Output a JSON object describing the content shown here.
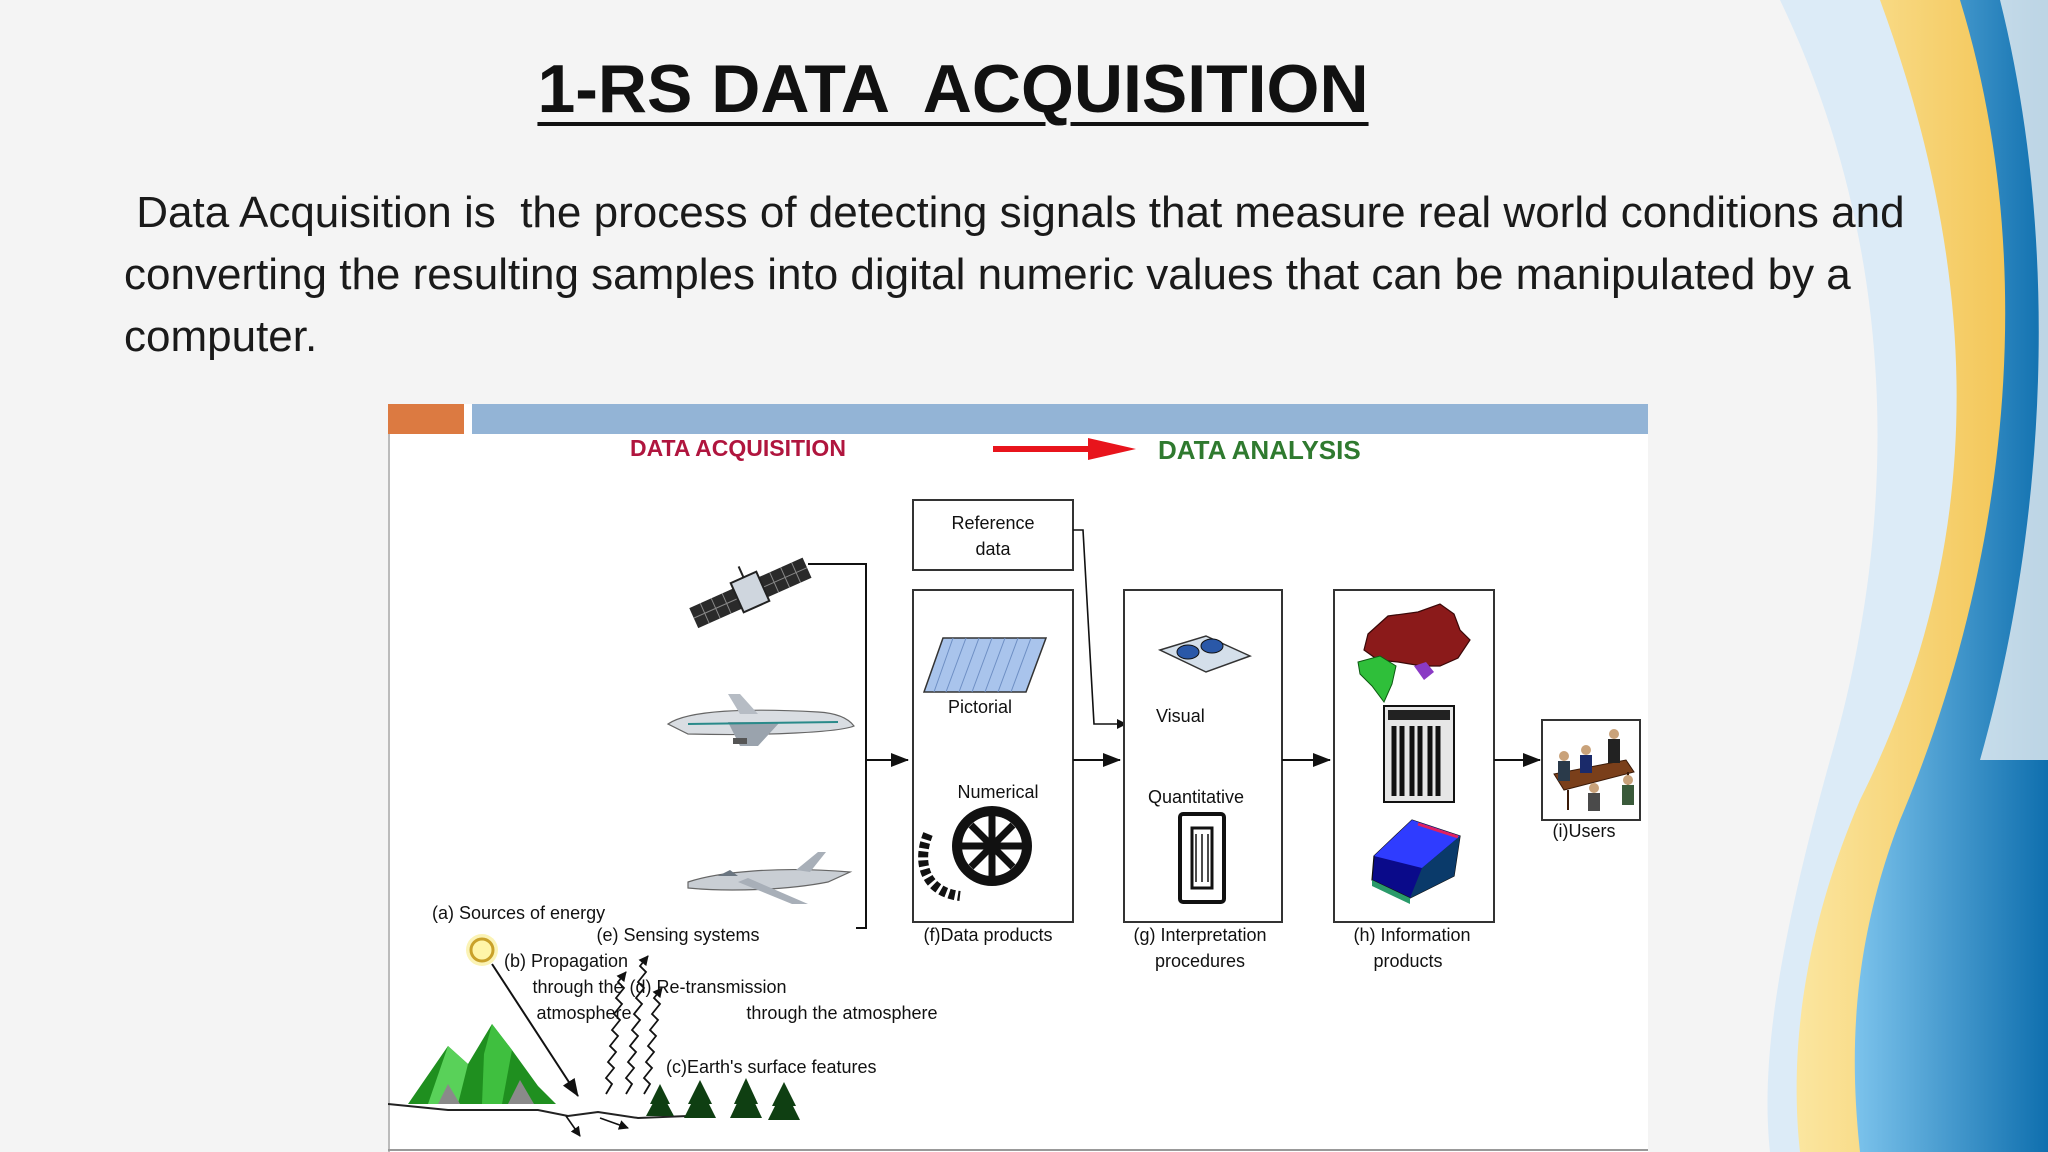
{
  "slide": {
    "title": "1-RS DATA  ACQUISITION",
    "description": " Data Acquisition is  the process of detecting signals that measure real world conditions and converting the resulting samples into digital numeric values that can be manipulated by a computer."
  },
  "diagram": {
    "header_left": "DATA ACQUISITION",
    "header_right": "DATA ANALYSIS",
    "reference_data": [
      "Reference",
      "data"
    ],
    "pictorial": "Pictorial",
    "numerical": "Numerical",
    "visual": "Visual",
    "quantitative": "Quantitative",
    "sources_of_energy": "(a) Sources of energy",
    "propagation": [
      "(b) Propagation",
      "through the",
      "atmosphere"
    ],
    "earth_surface": "(c)Earth's surface features",
    "retransmission": [
      "(d) Re-transmission",
      "through the atmosphere"
    ],
    "sensing_systems": "(e) Sensing systems",
    "data_products": "(f)Data products",
    "interpretation": [
      "(g) Interpretation",
      "procedures"
    ],
    "information": [
      "(h) Information",
      "products"
    ],
    "users": "(i)Users"
  },
  "colors": {
    "acquisition_label": "#b0153e",
    "analysis_label": "#2f7a2f",
    "arrow_red": "#e8141c",
    "header_bar": "#93b4d6",
    "header_accent": "#dc7a41"
  },
  "icons": [
    "satellite-icon",
    "airplane-icon",
    "jet-icon",
    "sun-icon",
    "mountain-icon",
    "tree-icon",
    "photo-icon",
    "film-reel-icon",
    "stereoscope-icon",
    "tape-icon",
    "map-icon",
    "report-icon",
    "book-icon",
    "meeting-icon"
  ]
}
